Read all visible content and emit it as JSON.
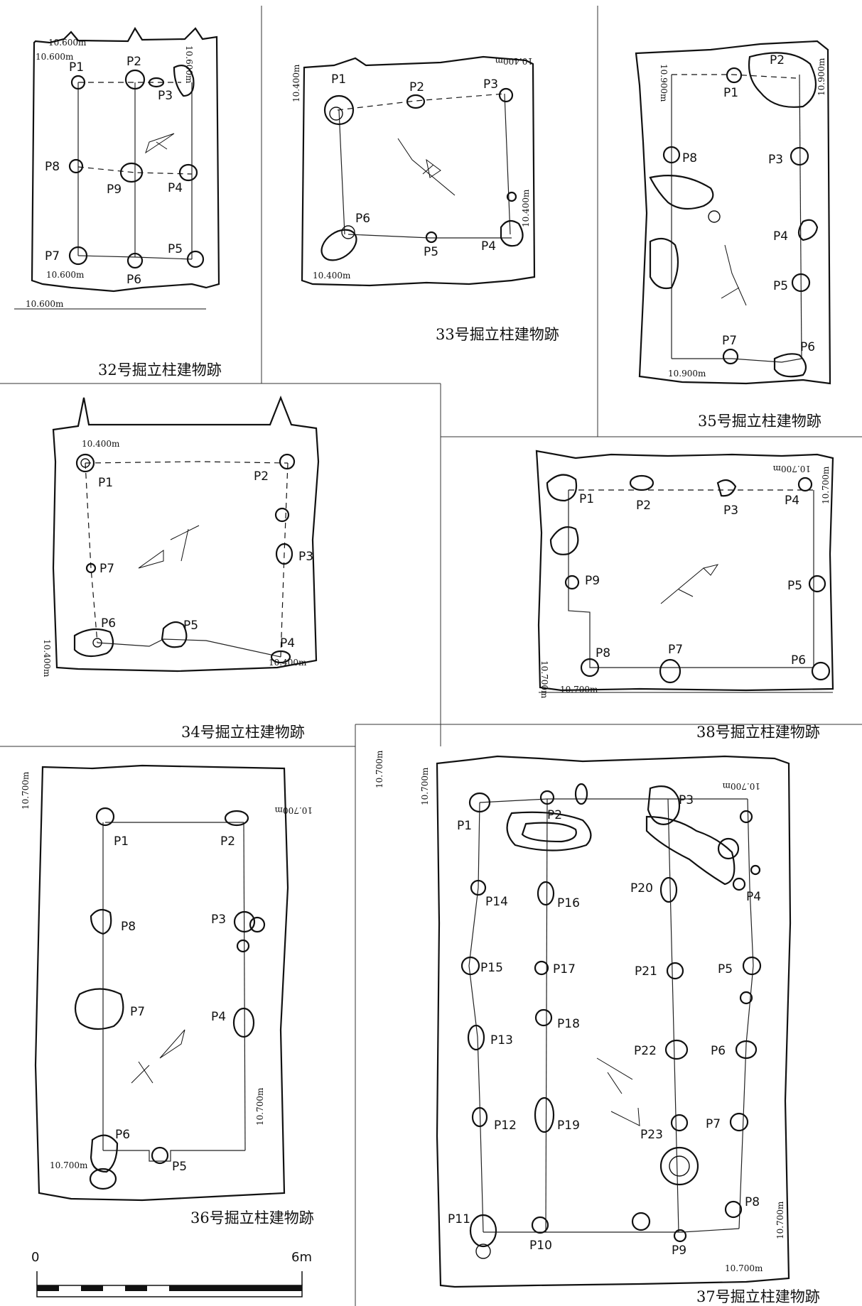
{
  "scale": {
    "zero": "0",
    "max": "6m"
  },
  "buildings": {
    "b32": {
      "caption": "32号掘立柱建物跡",
      "pits": [
        "P1",
        "P2",
        "P3",
        "P4",
        "P5",
        "P6",
        "P7",
        "P8",
        "P9"
      ],
      "elevations": [
        "10.600m",
        "10.600m",
        "10.600m",
        "10.600m",
        "10.600m"
      ]
    },
    "b33": {
      "caption": "33号掘立柱建物跡",
      "pits": [
        "P1",
        "P2",
        "P3",
        "P4",
        "P5",
        "P6"
      ],
      "elevations": [
        "10.400m",
        "10.400m",
        "10.400m",
        "10.400m"
      ]
    },
    "b35": {
      "caption": "35号掘立柱建物跡",
      "pits": [
        "P1",
        "P2",
        "P3",
        "P4",
        "P5",
        "P6",
        "P7",
        "P8"
      ],
      "elevations": [
        "10.900m",
        "10.900m",
        "10.900m"
      ]
    },
    "b34": {
      "caption": "34号掘立柱建物跡",
      "pits": [
        "P1",
        "P2",
        "P3",
        "P4",
        "P5",
        "P6",
        "P7"
      ],
      "elevations": [
        "10.400m",
        "10.400m",
        "10.400m"
      ]
    },
    "b38": {
      "caption": "38号掘立柱建物跡",
      "pits": [
        "P1",
        "P2",
        "P3",
        "P4",
        "P5",
        "P6",
        "P7",
        "P8",
        "P9"
      ],
      "elevations": [
        "10.700m",
        "10.700m",
        "10.700m",
        "10.700m"
      ]
    },
    "b36": {
      "caption": "36号掘立柱建物跡",
      "pits": [
        "P1",
        "P2",
        "P3",
        "P4",
        "P5",
        "P6",
        "P7",
        "P8"
      ],
      "elevations": [
        "10.700m",
        "10.700m",
        "10.700m",
        "10.700m"
      ]
    },
    "b37": {
      "caption": "37号掘立柱建物跡",
      "pits": [
        "P1",
        "P2",
        "P3",
        "P4",
        "P5",
        "P6",
        "P7",
        "P8",
        "P9",
        "P10",
        "P11",
        "P12",
        "P13",
        "P14",
        "P15",
        "P16",
        "P17",
        "P18",
        "P19",
        "P20",
        "P21",
        "P22",
        "P23"
      ],
      "elevations": [
        "10.700m",
        "10.700m",
        "10.700m",
        "10.700m",
        "10.700m"
      ]
    }
  }
}
